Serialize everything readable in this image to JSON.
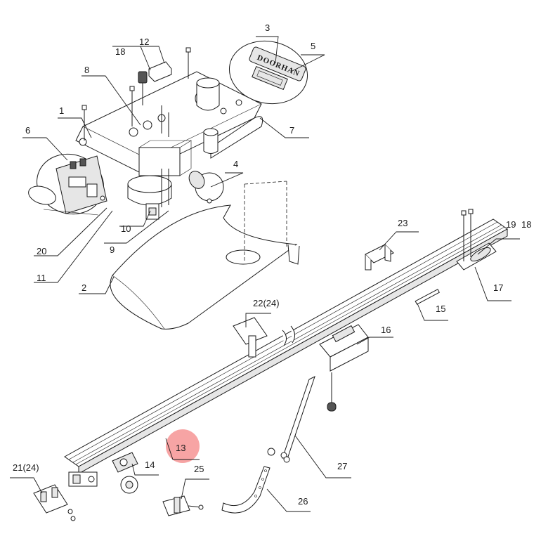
{
  "labels": {
    "p1": "1",
    "p2": "2",
    "p3": "3",
    "p4": "4",
    "p5": "5",
    "p6": "6",
    "p7": "7",
    "p8": "8",
    "p9": "9",
    "p10": "10",
    "p11": "11",
    "p12": "12",
    "p13": "13",
    "p14": "14",
    "p15": "15",
    "p16": "16",
    "p17": "17",
    "p18a": "18",
    "p18b": "18",
    "p19": "19",
    "p20": "20",
    "p21": "21(24)",
    "p22": "22(24)",
    "p23": "23",
    "p25": "25",
    "p26": "26",
    "p27": "27"
  },
  "logo_text": "DOORHAN",
  "colors": {
    "line": "#1a1a1a",
    "highlight": "#f05a5a"
  },
  "highlighted_part": "13"
}
